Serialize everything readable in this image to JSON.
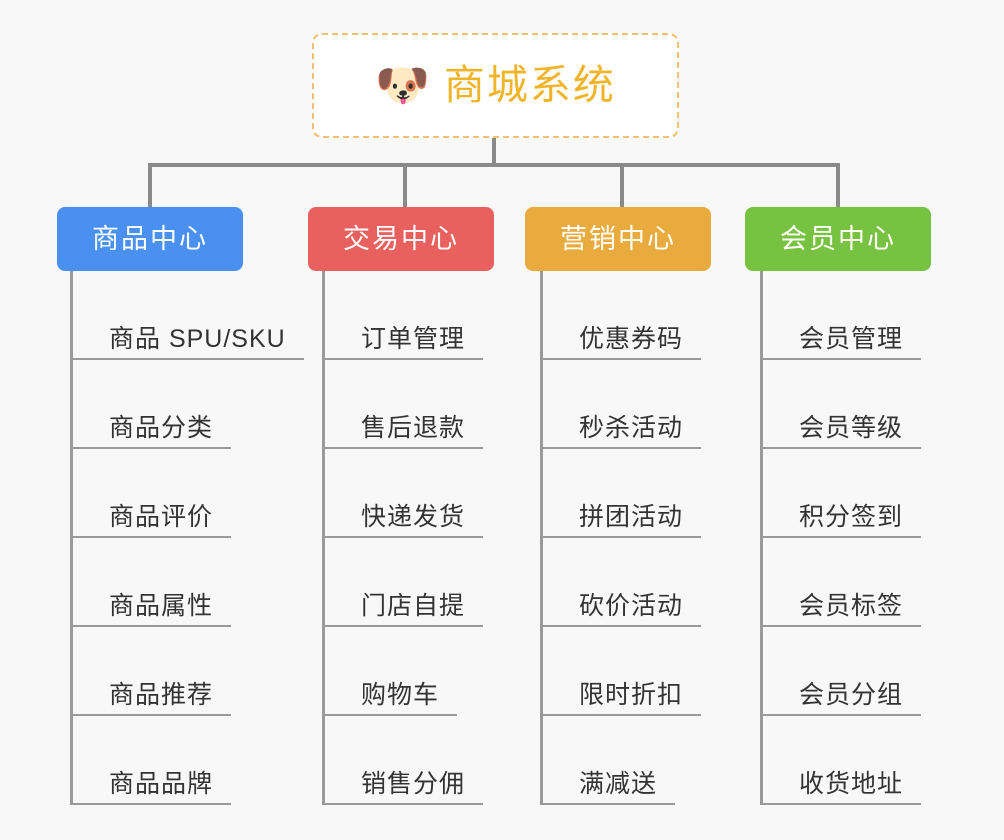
{
  "background_color": "#f8f8f8",
  "root": {
    "icon": "dog-face-icon",
    "icon_glyph": "🐶",
    "title": "商城系统",
    "color": "#f0b429",
    "border_color": "#f0c070"
  },
  "branches": [
    {
      "title": "商品中心",
      "color": "#4a90f0",
      "items": [
        "商品 SPU/SKU",
        "商品分类",
        "商品评价",
        "商品属性",
        "商品推荐",
        "商品品牌"
      ]
    },
    {
      "title": "交易中心",
      "color": "#e9615e",
      "items": [
        "订单管理",
        "售后退款",
        "快递发货",
        "门店自提",
        "购物车",
        "销售分佣"
      ]
    },
    {
      "title": "营销中心",
      "color": "#eaab3e",
      "items": [
        "优惠券码",
        "秒杀活动",
        "拼团活动",
        "砍价活动",
        "限时折扣",
        "满减送"
      ]
    },
    {
      "title": "会员中心",
      "color": "#78c242",
      "items": [
        "会员管理",
        "会员等级",
        "积分签到",
        "会员标签",
        "会员分组",
        "收货地址"
      ]
    }
  ],
  "connector_color": "#8a8a8a",
  "leaf_line_color": "#9a9a9a",
  "leaf_text_color": "#333333"
}
